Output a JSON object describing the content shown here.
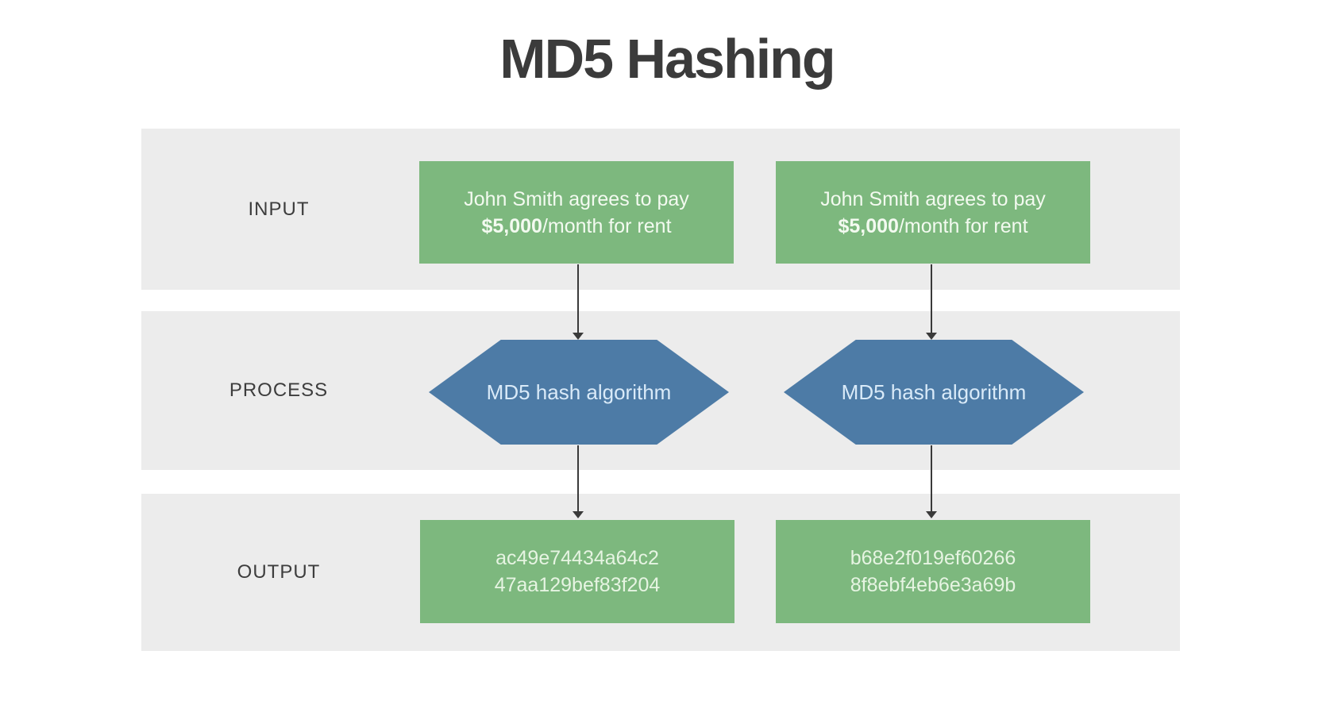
{
  "title": "MD5 Hashing",
  "colors": {
    "band": "#ececec",
    "green": "#7db87e",
    "blue": "#4d7ba6",
    "arrow": "#3a3a3a",
    "title-color": "#3b3b3b",
    "label-color": "#3d3d3d",
    "green-text": "#f3faf0",
    "hash-text": "#e6f4e2",
    "blue-text": "#d9eaf8"
  },
  "rows": {
    "input": "INPUT",
    "process": "PROCESS",
    "output": "OUTPUT"
  },
  "columns": [
    {
      "input": {
        "line1": "John Smith agrees to pay",
        "amount": "$5,000",
        "line2_rest": "/month for rent"
      },
      "process": "MD5 hash algorithm",
      "output": {
        "line1": "ac49e74434a64c2",
        "line2": "47aa129bef83f204"
      }
    },
    {
      "input": {
        "line1": "John Smith agrees to pay",
        "amount": "$5,000",
        "line2_rest": "/month for rent"
      },
      "process": "MD5 hash algorithm",
      "output": {
        "line1": "b68e2f019ef60266",
        "line2": "8f8ebf4eb6e3a69b"
      }
    }
  ]
}
